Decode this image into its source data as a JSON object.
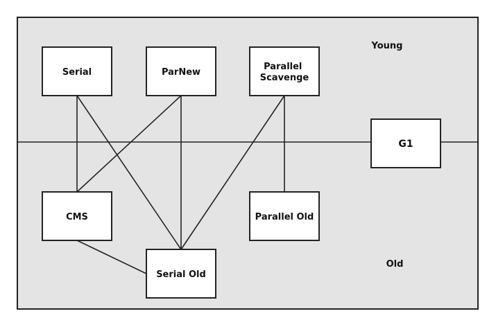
{
  "regions": {
    "young": "Young",
    "old": "Old"
  },
  "collectors": {
    "serial": "Serial",
    "parnew": "ParNew",
    "parallel_scavenge_line1": "Parallel",
    "parallel_scavenge_line2": "Scavenge",
    "g1": "G1",
    "cms": "CMS",
    "parallel_old": "Parallel Old",
    "serial_old": "Serial Old"
  },
  "colors": {
    "panel_background": "#e4e4e4",
    "box_fill": "#ffffff",
    "stroke": "#222222"
  }
}
